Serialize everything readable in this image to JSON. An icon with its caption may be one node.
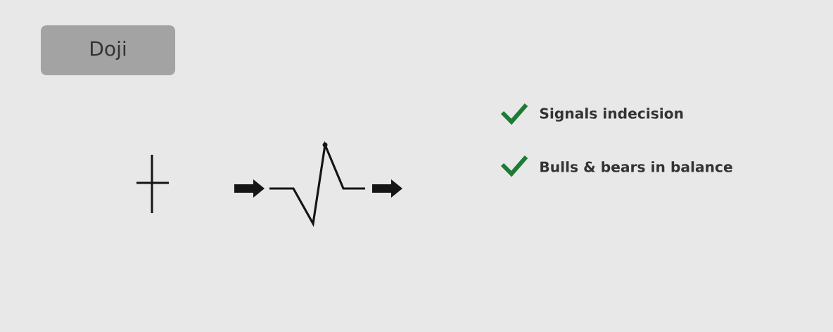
{
  "diagram": {
    "nodes": [
      {
        "text": [
          "Doji"
        ]
      }
    ],
    "labels": [
      "Signals indecision",
      "Bulls & bears in balance"
    ]
  }
}
